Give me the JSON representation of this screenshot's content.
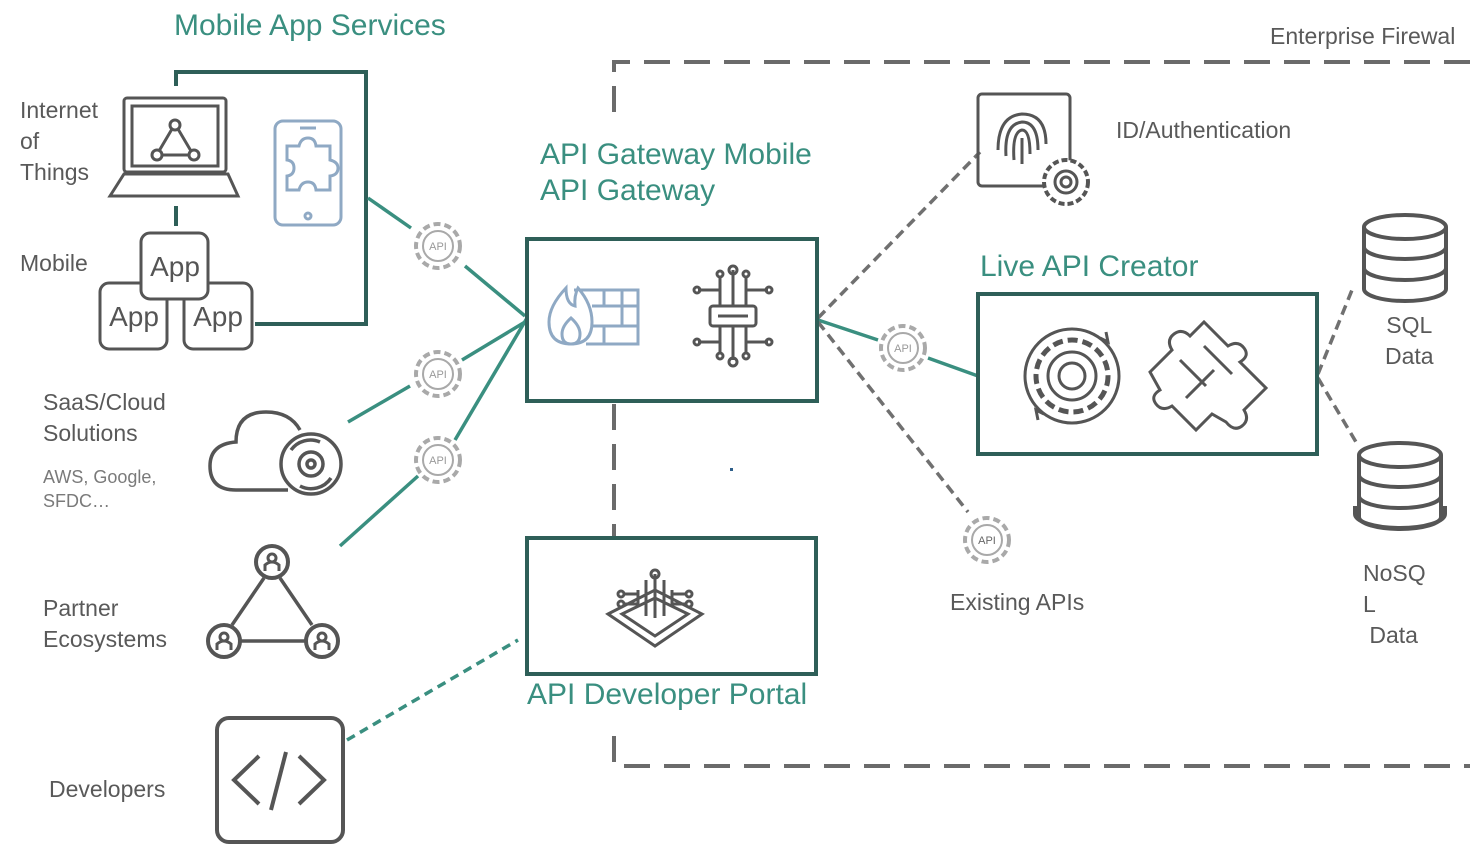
{
  "sections": {
    "mobile_app_services": "Mobile App Services",
    "enterprise_firewall": "Enterprise Firewal",
    "api_gateway_mobile": "API Gateway Mobile",
    "api_gateway": "API Gateway",
    "live_api_creator": "Live API Creator",
    "api_developer_portal": "API Developer Portal"
  },
  "clients": {
    "iot": "Internet\nof\nThings",
    "mobile": "Mobile",
    "saas_title": "SaaS/Cloud\nSolutions",
    "saas_examples": "AWS, Google,\nSFDC…",
    "partner": "Partner\nEcosystems",
    "developers": "Developers"
  },
  "app_tiles": [
    "App",
    "App",
    "App"
  ],
  "api_badge": "API",
  "resources": {
    "id_auth": "ID/Authentication",
    "existing_apis": "Existing APIs",
    "sql_data": "SQL\nData",
    "nosql_data": "NoSQ\nL\n Data"
  },
  "colors": {
    "teal_accent": "#3a8f80",
    "box_border": "#2e5f58",
    "dashed_gray": "#6b6b6b",
    "icon_blue": "#8fa9c4",
    "icon_gray": "#555555"
  },
  "icons": [
    "laptop-network-icon",
    "mobile-puzzle-icon",
    "cloud-disc-icon",
    "partner-triangle-icon",
    "code-icon",
    "firewall-icon",
    "circuit-icon",
    "developer-portal-icon",
    "fingerprint-gear-icon",
    "gear-cycle-icon",
    "puzzle-icon",
    "database-icon"
  ]
}
